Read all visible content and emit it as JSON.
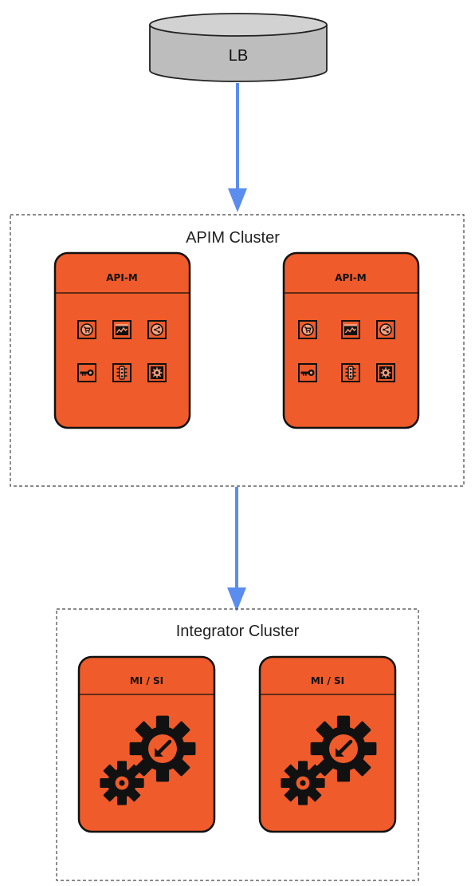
{
  "load_balancer": {
    "label": "LB"
  },
  "apim_cluster": {
    "title": "APIM Cluster",
    "nodes": [
      {
        "label": "API-M",
        "icons": [
          "shopping-cart-icon",
          "analytics-icon",
          "share-icon",
          "key-icon",
          "traffic-light-icon",
          "chip-gear-icon"
        ]
      },
      {
        "label": "API-M",
        "icons": [
          "shopping-cart-icon",
          "analytics-icon",
          "share-icon",
          "key-icon",
          "traffic-light-icon",
          "chip-gear-icon"
        ]
      }
    ]
  },
  "integrator_cluster": {
    "title": "Integrator Cluster",
    "nodes": [
      {
        "label": "MI / SI",
        "icon": "gears-icon"
      },
      {
        "label": "MI / SI",
        "icon": "gears-icon"
      }
    ]
  },
  "colors": {
    "card_fill": "#EF5B2A",
    "card_stroke": "#111111",
    "arrow": "#5B8DEF",
    "lb_fill": "#BDBDBD",
    "lb_top": "#D0D0D0",
    "cluster_border": "#444444"
  }
}
